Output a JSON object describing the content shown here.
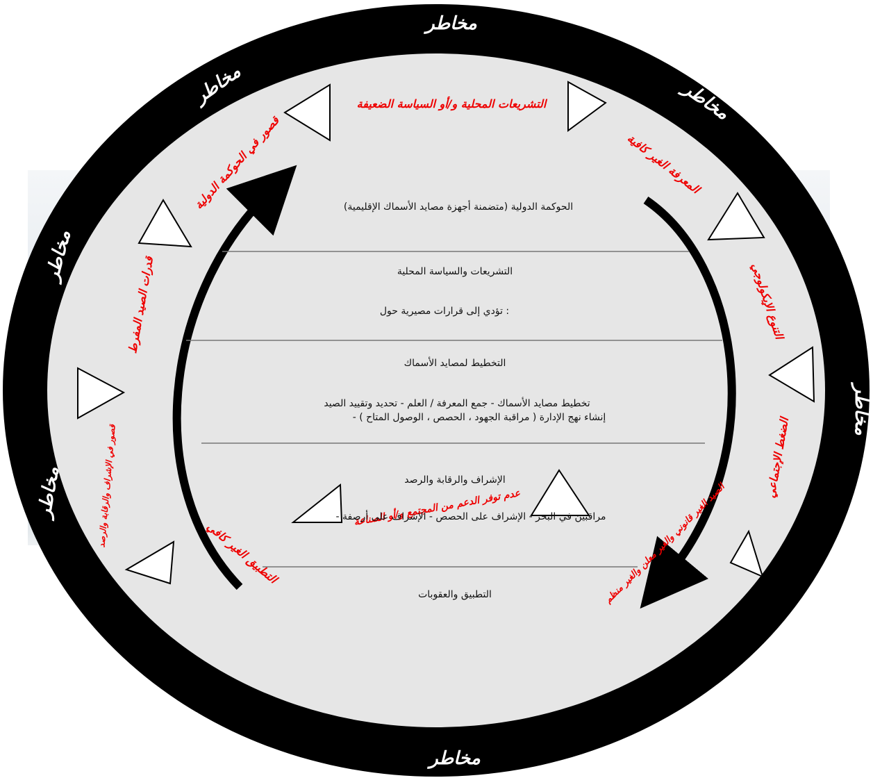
{
  "outer_ring": {
    "risk_label": "مخاطر"
  },
  "threats": [
    "التشريعات المحلية و/أو السياسة الضعيفة",
    "المعرفة الغير كافية",
    "التنوع الإيكولوجي",
    "الضغط الإجتماعي",
    "الصيد الغير قانوني والغير معلن والغير منظم",
    "عدم توفر الدعم من المجتمع و/أو الصناعة",
    "التطبيق الغير كافي",
    "قصور في الإشراف والرقابة والرصد",
    "قدرات الصيد المفرط",
    "قصور في الحوكمة الدولية"
  ],
  "center": {
    "section1_title": "الحوكمة الدولية (متضمنة أجهزة مصايد الأسماك الإقليمية)",
    "section2_title": "التشريعات والسياسة المحلية",
    "section2_sub": "تؤدي إلى قرارات مصيرية حول :",
    "section3_title": "التخطيط لمصايد الأسماك",
    "section3_line1": "تخطيط مصايد الأسماك   - جمع المعرفة / العلم   - تحديد وتقييد الصيد",
    "section3_line2": "- إنشاء نهج الإدارة ( مراقبة الجهود ، الحصص ، الوصول المتاح )",
    "section4_title": "الإشراف والرقابة والرصد",
    "section4_line": "- مراقبين في البحر   - الإشراف على الحصص   - الإشراف على أرصفة",
    "section5_title": "التطبيق والعقوبات"
  },
  "colors": {
    "ring": "#000000",
    "inner_disc": "#e6e6e6",
    "threat_text": "#ee0000",
    "background_sea": "#c9d4dc"
  }
}
